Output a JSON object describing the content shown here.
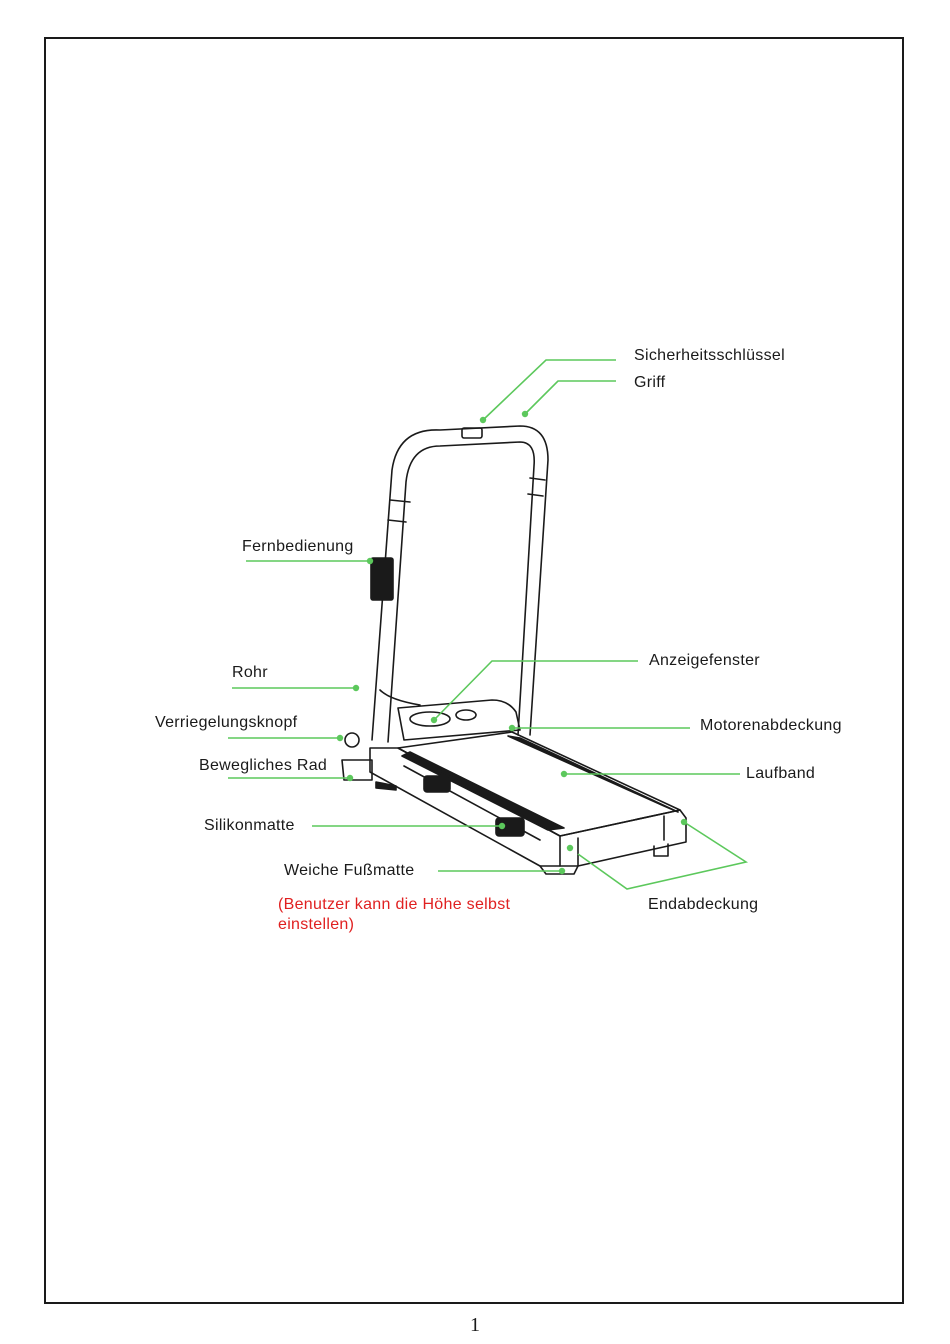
{
  "labels": {
    "safety_key": "Sicherheitsschlüssel",
    "handle": "Griff",
    "remote": "Fernbedienung",
    "tube": "Rohr",
    "lock_knob": "Verriegelungsknopf",
    "wheel": "Bewegliches Rad",
    "silicone_mat": "Silikonmatte",
    "foot_mat": "Weiche Fußmatte",
    "display": "Anzeigefenster",
    "motor_cover": "Motorenabdeckung",
    "belt": "Laufband",
    "end_cover": "Endabdeckung"
  },
  "note": {
    "line1": "(Benutzer kann die Höhe selbst",
    "line2": "einstellen)"
  },
  "page_number": "1",
  "colors": {
    "leader": "#5cc85c",
    "note": "#e02020",
    "ink": "#1a1a1a"
  }
}
